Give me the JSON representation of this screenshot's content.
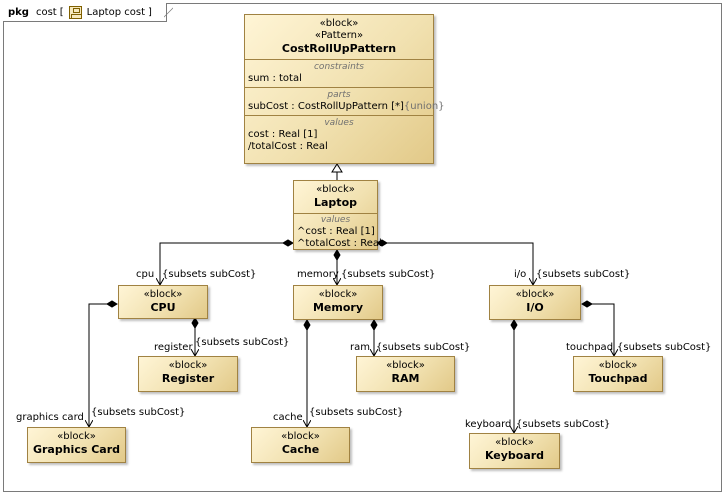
{
  "frame": {
    "keyword": "pkg",
    "name": "cost",
    "bracket_open": "[",
    "diagram_label": "Laptop cost",
    "bracket_close": "]"
  },
  "blocks": {
    "pattern": {
      "stereotype1": "«block»",
      "stereotype2": "«Pattern»",
      "name": "CostRollUpPattern",
      "constraints_title": "constraints",
      "constraint1": "sum : total",
      "parts_title": "parts",
      "part1": "subCost : CostRollUpPattern [*]",
      "part1_suffix": "{union}",
      "values_title": "values",
      "value1": "cost : Real [1]",
      "value2": "/totalCost : Real"
    },
    "laptop": {
      "stereotype": "«block»",
      "name": "Laptop",
      "values_title": "values",
      "value1": "^cost : Real [1]",
      "value2": "^totalCost : Real"
    },
    "cpu": {
      "stereotype": "«block»",
      "name": "CPU"
    },
    "memory": {
      "stereotype": "«block»",
      "name": "Memory"
    },
    "io": {
      "stereotype": "«block»",
      "name": "I/O"
    },
    "register": {
      "stereotype": "«block»",
      "name": "Register"
    },
    "ram": {
      "stereotype": "«block»",
      "name": "RAM"
    },
    "touchpad": {
      "stereotype": "«block»",
      "name": "Touchpad"
    },
    "graphics": {
      "stereotype": "«block»",
      "name": "Graphics Card"
    },
    "cache": {
      "stereotype": "«block»",
      "name": "Cache"
    },
    "keyboard": {
      "stereotype": "«block»",
      "name": "Keyboard"
    }
  },
  "labels": {
    "cpu_role": "cpu",
    "cpu_subsets": "{subsets subCost}",
    "memory_role": "memory",
    "memory_subsets": "{subsets subCost}",
    "io_role": "i/o",
    "io_subsets": "{subsets subCost}",
    "register_role": "register",
    "register_subsets": "{subsets subCost}",
    "ram_role": "ram",
    "ram_subsets": "{subsets subCost}",
    "touchpad_role": "touchpad",
    "touchpad_subsets": "{subsets subCost}",
    "graphics_role": "graphics card",
    "graphics_subsets": "{subsets subCost}",
    "cache_role": "cache",
    "cache_subsets": "{subsets subCost}",
    "keyboard_role": "keyboard",
    "keyboard_subsets": "{subsets subCost}"
  },
  "colors": {
    "block_border": "#a08242",
    "block_fill": "#f1e1b0",
    "line": "#000000"
  }
}
